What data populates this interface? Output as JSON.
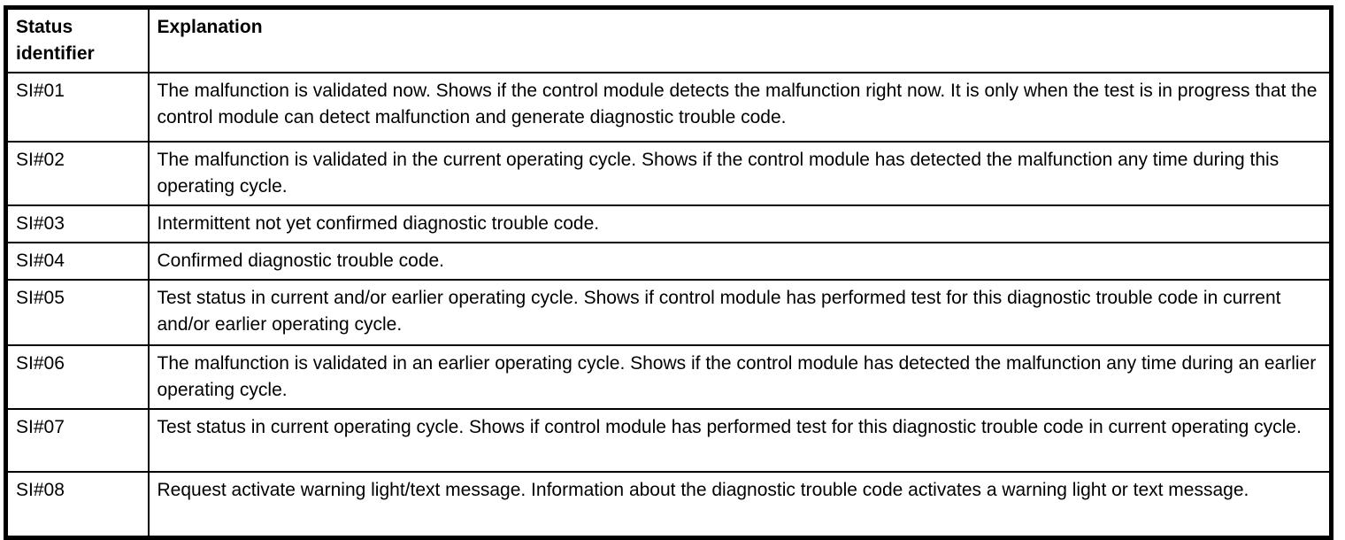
{
  "table": {
    "header": {
      "col1": "Status identifier",
      "col2": "Explanation"
    },
    "rows": [
      {
        "id": "SI#01",
        "explanation": "The malfunction is validated now. Shows if the control module detects the malfunction right now. It is only when the test is in progress that the control module can detect malfunction and generate diagnostic trouble code."
      },
      {
        "id": "SI#02",
        "explanation": "The malfunction is validated in the current operating cycle. Shows if the control module has detected the malfunction any time during this operating cycle."
      },
      {
        "id": "SI#03",
        "explanation": "Intermittent not yet confirmed diagnostic trouble code."
      },
      {
        "id": "SI#04",
        "explanation": "Confirmed diagnostic trouble code."
      },
      {
        "id": "SI#05",
        "explanation": "Test status in current and/or earlier operating cycle. Shows if control module has performed test for this diagnostic trouble code in current and/or earlier operating cycle."
      },
      {
        "id": "SI#06",
        "explanation": "The malfunction is validated in an earlier operating cycle. Shows if the control module has detected the malfunction any time during an earlier operating cycle."
      },
      {
        "id": "SI#07",
        "explanation": "Test status in current operating cycle. Shows if control module has performed test for this diagnostic trouble code in current operating cycle."
      },
      {
        "id": "SI#08",
        "explanation": "Request activate warning light/text message. Information about the diagnostic trouble code activates a warning light or text message."
      }
    ],
    "colors": {
      "border": "#000000",
      "text": "#000000",
      "background": "#ffffff"
    }
  }
}
